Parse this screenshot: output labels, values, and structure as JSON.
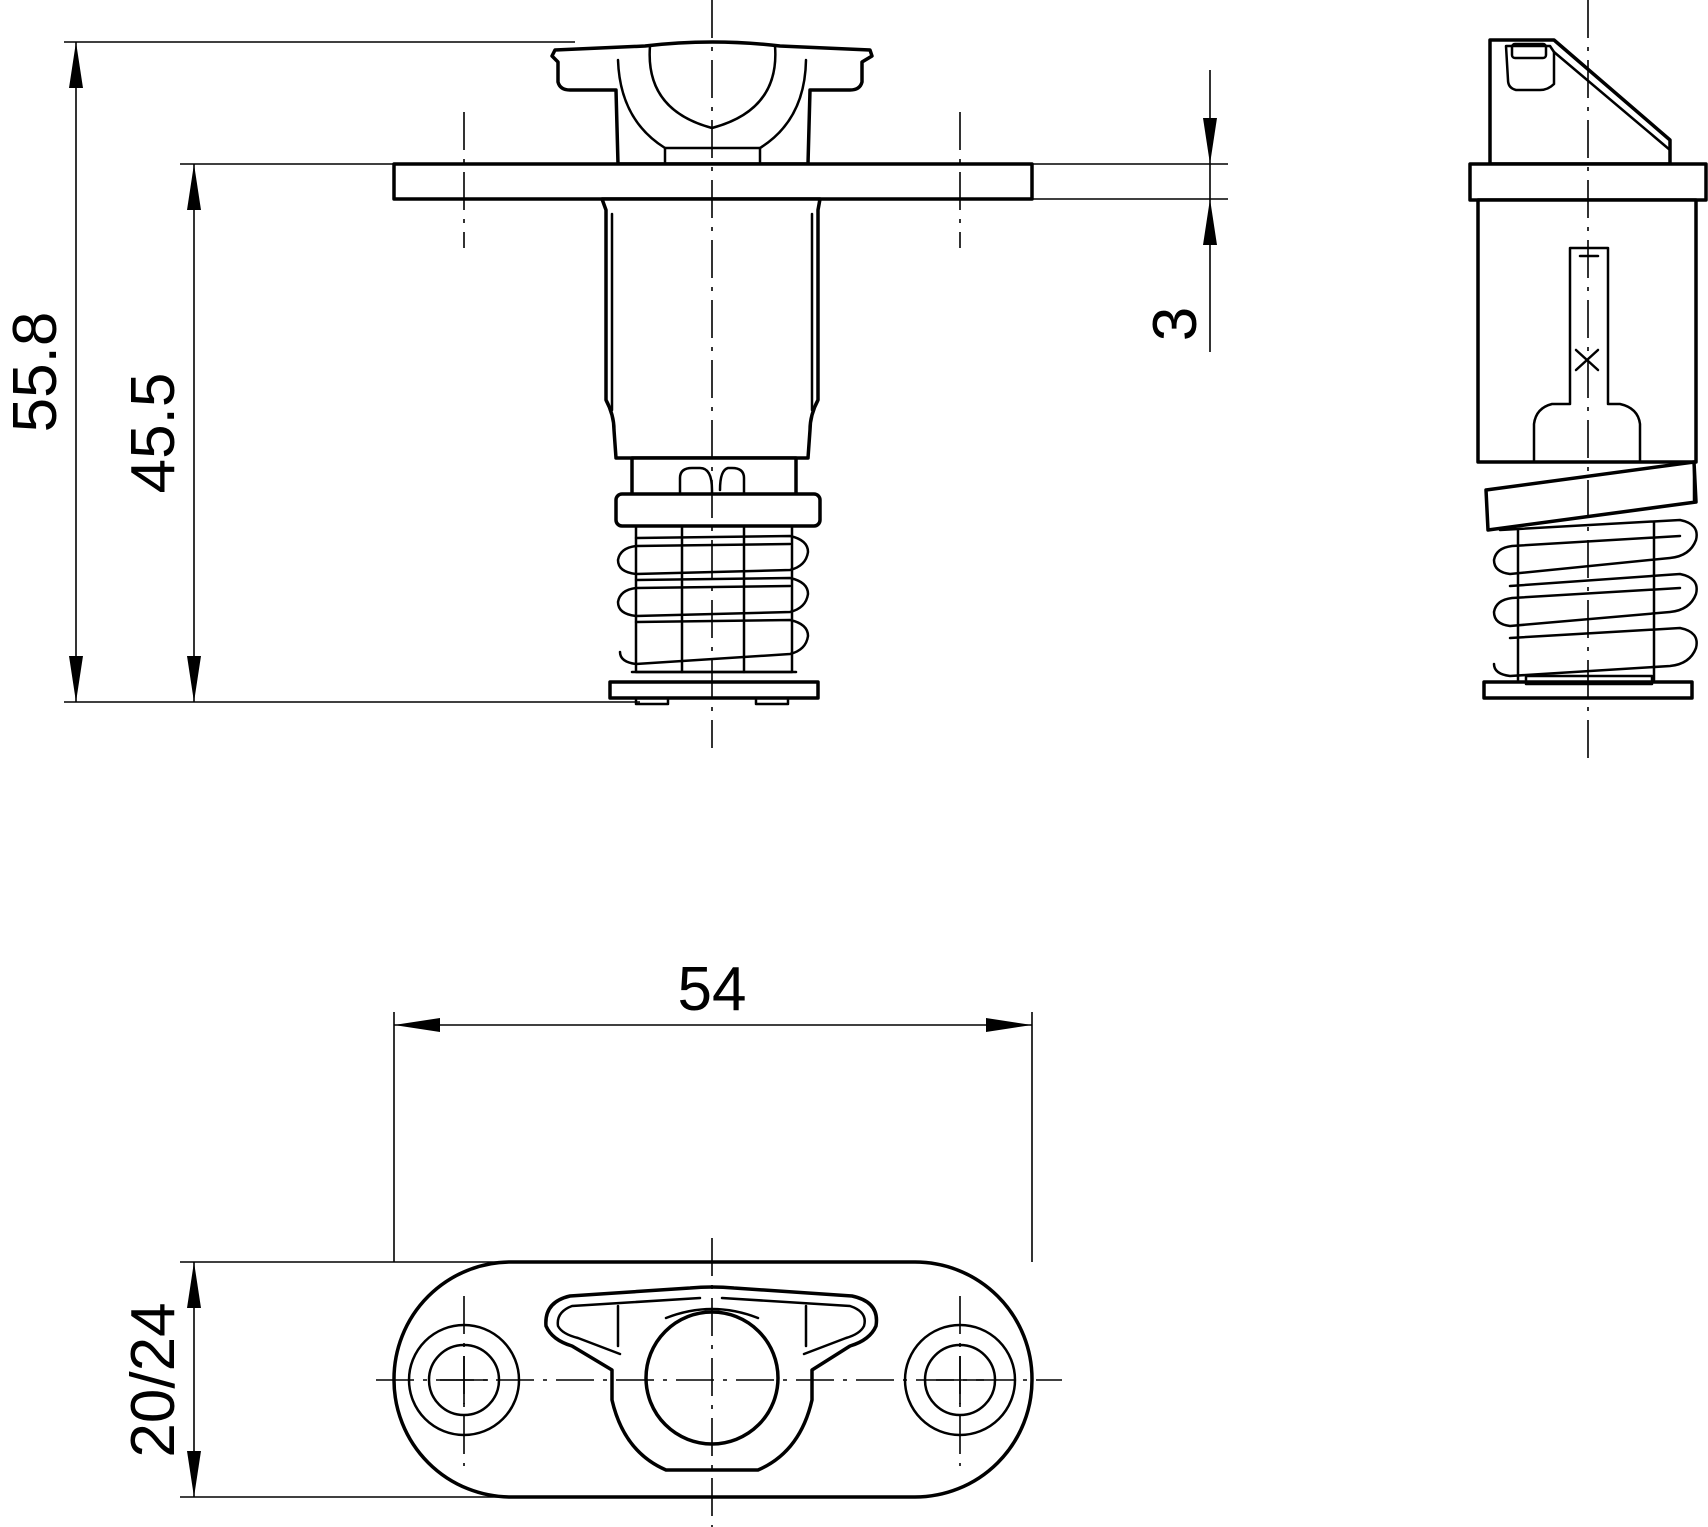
{
  "drawing": {
    "dimensions": {
      "overall_height": "55.8",
      "height_below_flange": "45.5",
      "flange_thickness": "3",
      "flange_length": "54",
      "flange_width": "20/24"
    }
  }
}
